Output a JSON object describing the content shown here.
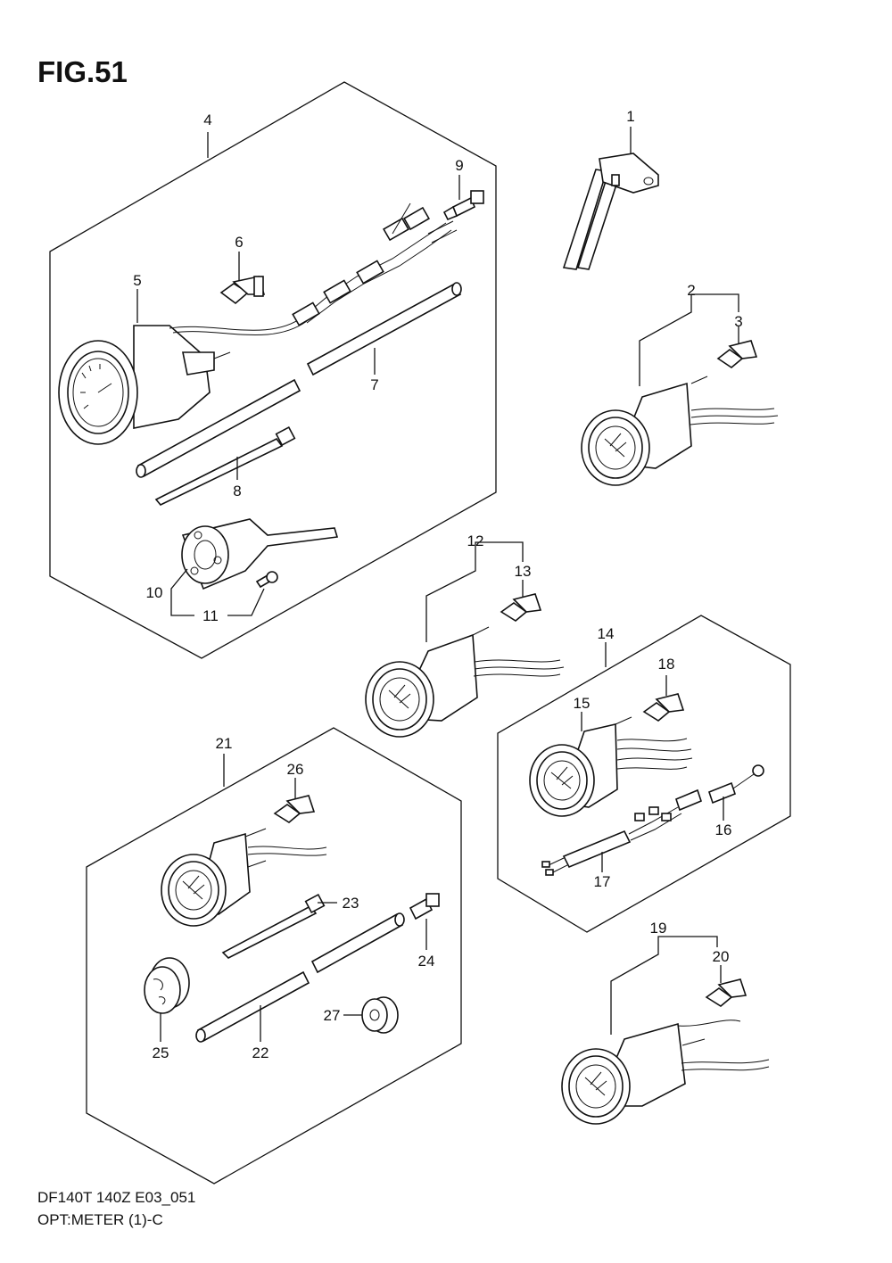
{
  "figure": {
    "title": "FIG.51"
  },
  "footer": {
    "line1": "DF140T 140Z E03_051",
    "line2": "OPT:METER (1)-C"
  },
  "callouts": {
    "c1": "1",
    "c2": "2",
    "c3": "3",
    "c4": "4",
    "c5": "5",
    "c6": "6",
    "c7": "7",
    "c8": "8",
    "c9": "9",
    "c10": "10",
    "c11": "11",
    "c12": "12",
    "c13": "13",
    "c14": "14",
    "c15": "15",
    "c16": "16",
    "c17": "17",
    "c18": "18",
    "c19": "19",
    "c20": "20",
    "c21": "21",
    "c22": "22",
    "c23": "23",
    "c24": "24",
    "c25": "25",
    "c26": "26",
    "c27": "27"
  }
}
